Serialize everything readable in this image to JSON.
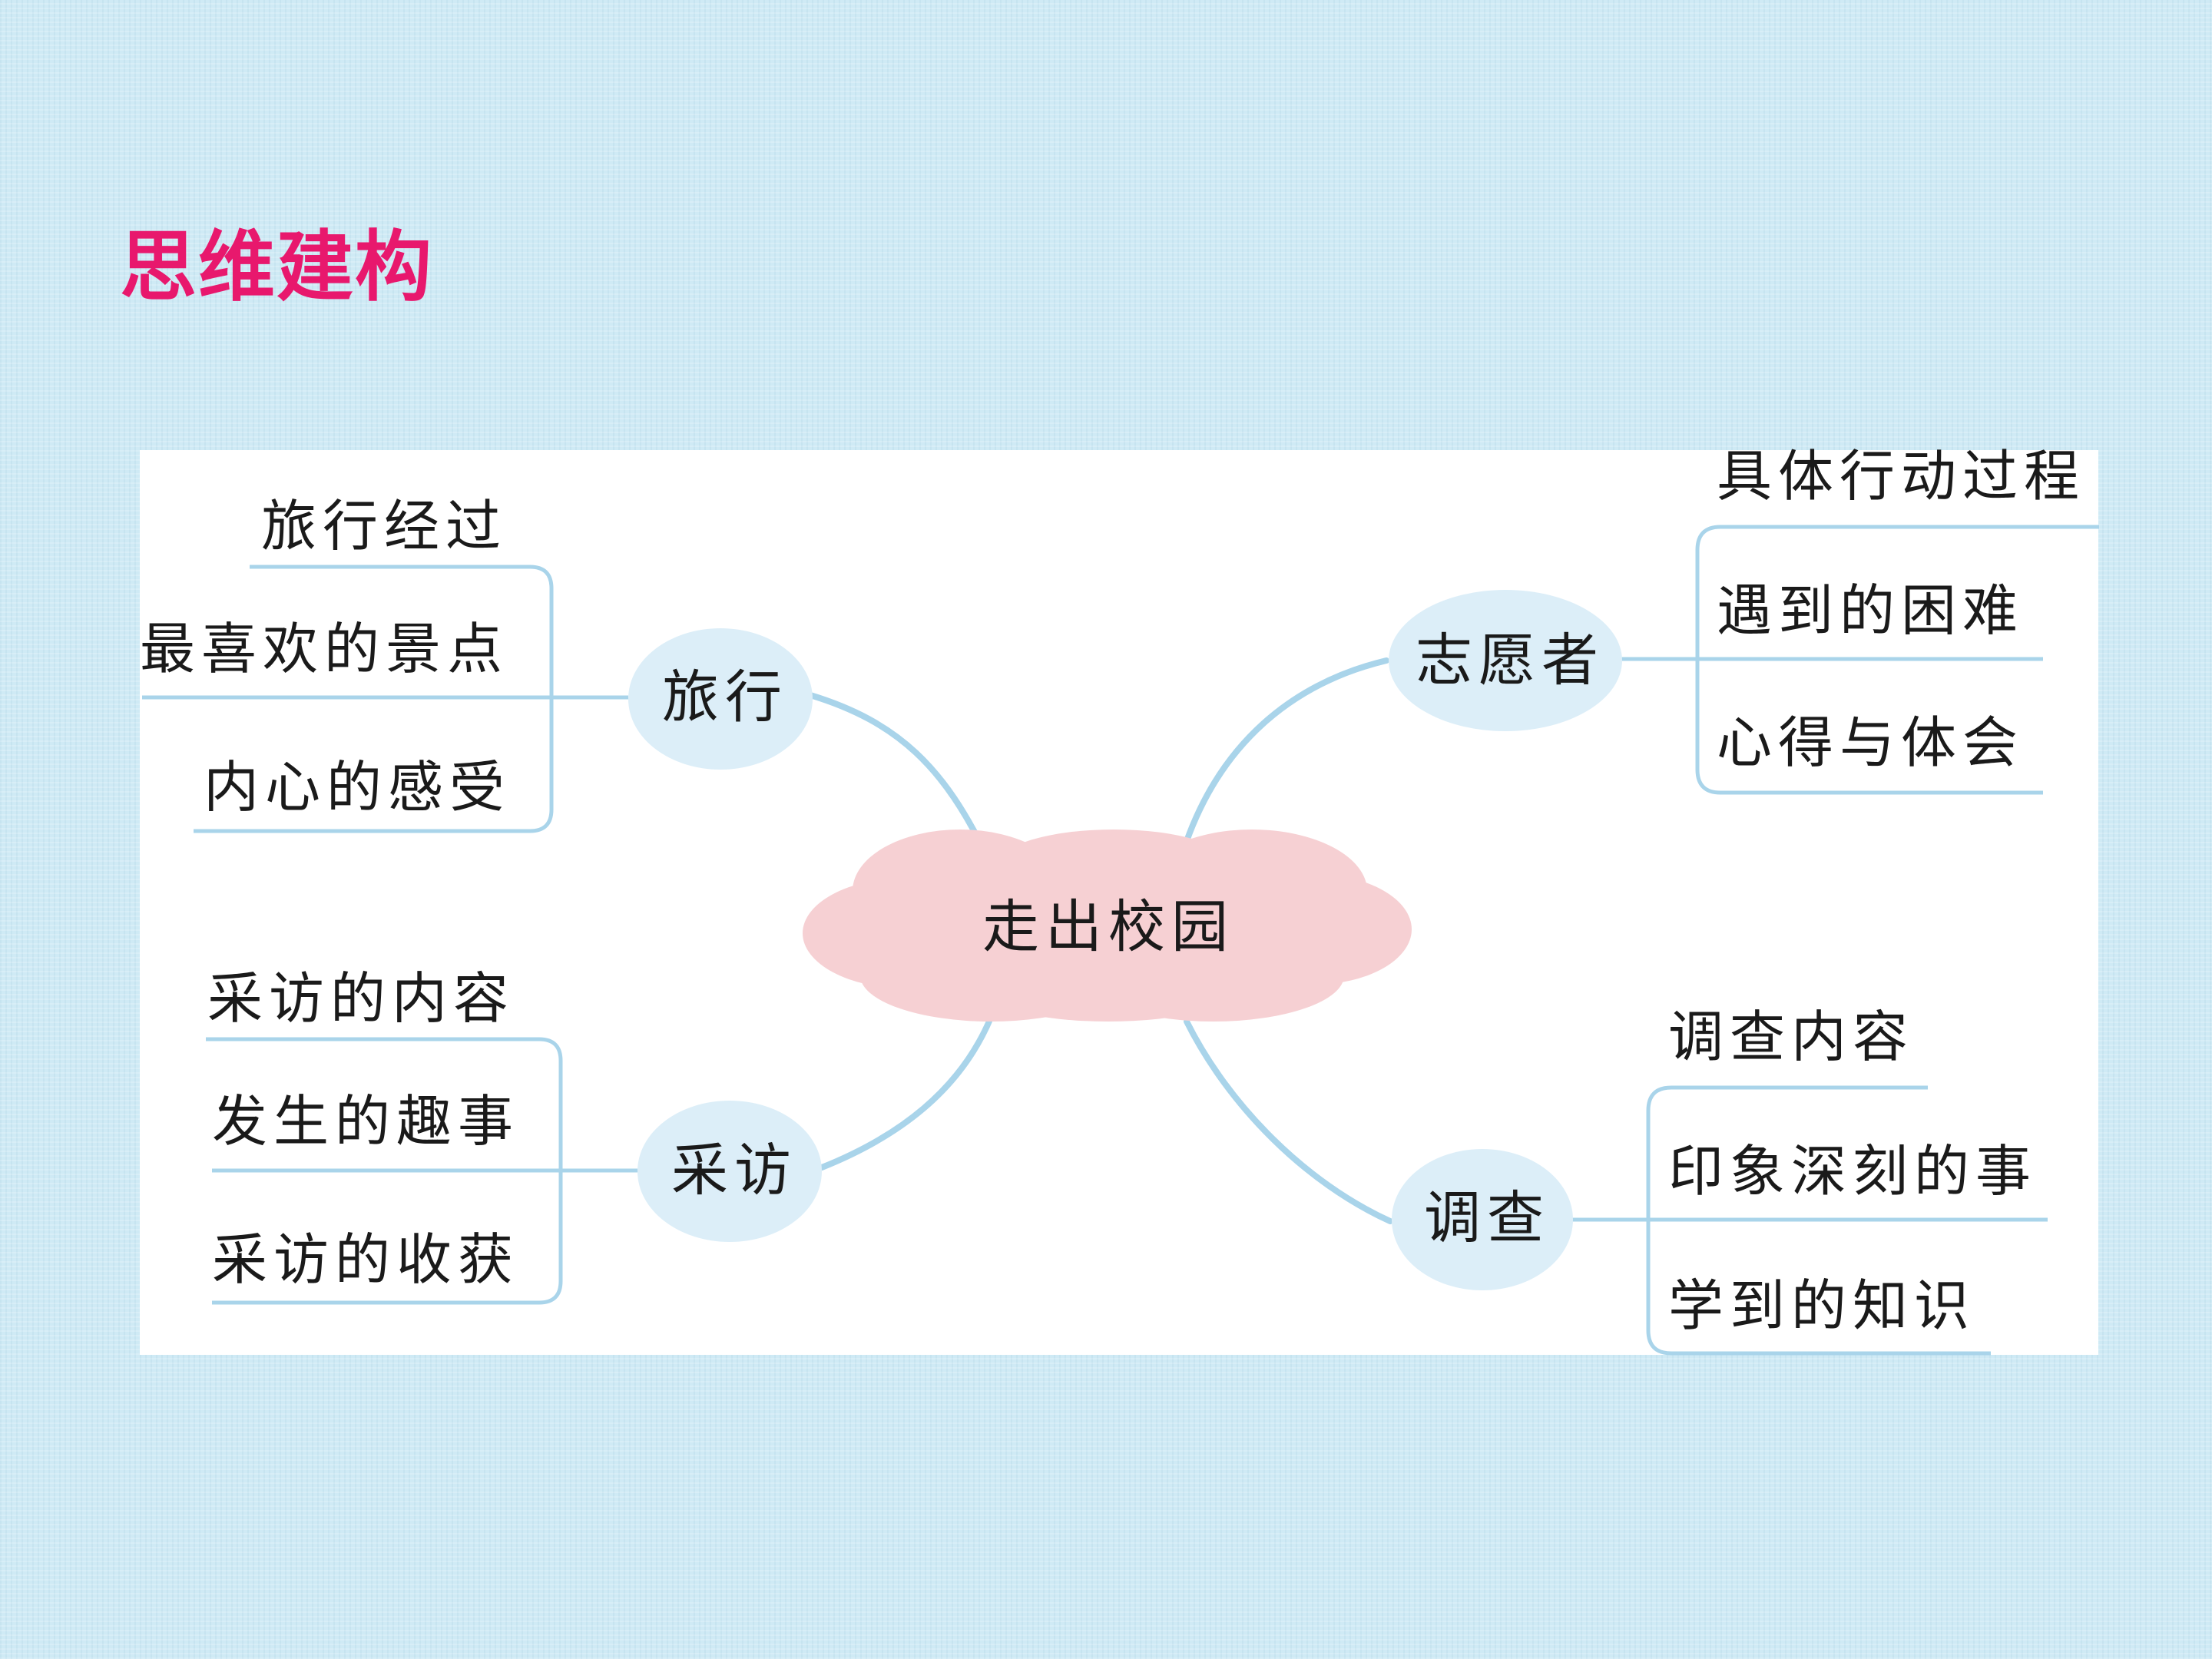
{
  "title": "思维建构",
  "colors": {
    "title": "#e8186d",
    "line": "#a9d4ea",
    "branch_node_fill": "#dceef8",
    "center_fill": "#f6d0d3",
    "panel": "#ffffff"
  },
  "center": "走出校园",
  "branches": {
    "travel": {
      "label": "旅行",
      "items": [
        "旅行经过",
        "最喜欢的景点",
        "内心的感受"
      ]
    },
    "interview": {
      "label": "采访",
      "items": [
        "采访的内容",
        "发生的趣事",
        "采访的收获"
      ]
    },
    "volunteer": {
      "label": "志愿者",
      "items": [
        "具体行动过程",
        "遇到的困难",
        "心得与体会"
      ]
    },
    "survey": {
      "label": "调查",
      "items": [
        "调查内容",
        "印象深刻的事",
        "学到的知识"
      ]
    }
  }
}
